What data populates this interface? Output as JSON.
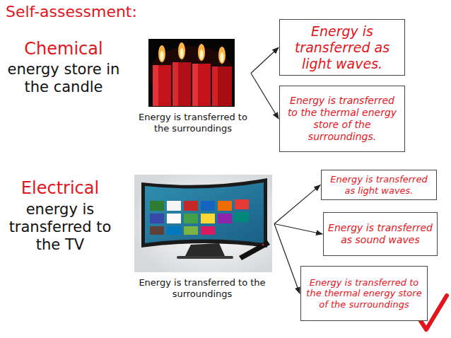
{
  "diagram": {
    "title": "Self-assessment:",
    "nodes": [
      {
        "text": [
          "Energy is transferred to the surroundings"
        ]
      },
      {
        "text": [
          "Energy is transferred as light waves."
        ]
      },
      {
        "text": [
          "Energy is transferred to the thermal energy store of the surroundings."
        ]
      },
      {
        "text": [
          "Energy is transferred to the surroundings"
        ]
      },
      {
        "text": [
          "Energy is transferred as light waves."
        ]
      },
      {
        "text": [
          "Energy is transferred as sound waves"
        ]
      },
      {
        "text": [
          "Energy is transferred to the thermal energy store of the surroundings"
        ]
      }
    ],
    "edges": [
      {
        "from": 0,
        "to": 1,
        "arrow": "to"
      },
      {
        "from": 0,
        "to": 2,
        "arrow": "to"
      },
      {
        "from": 3,
        "to": 4,
        "arrow": "to"
      },
      {
        "from": 3,
        "to": 5,
        "arrow": "to"
      },
      {
        "from": 3,
        "to": 6,
        "arrow": "to"
      }
    ],
    "labels": [
      "Chemical",
      "energy store in the candle",
      "Electrical",
      "energy is transferred to the TV"
    ]
  }
}
